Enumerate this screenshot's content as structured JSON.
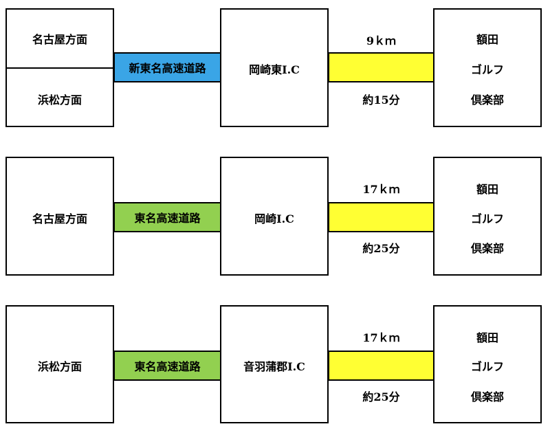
{
  "colors": {
    "shinmei_bar": "#3aa5e6",
    "tomei_bar": "#92d050",
    "distance_bar": "#ffff33"
  },
  "routes": [
    {
      "origin_top": "名古屋方面",
      "origin_bottom": "浜松方面",
      "highway": "新東名高速道路",
      "interchange": "岡崎東I.C",
      "distance": "9ｋｍ",
      "time": "約15分",
      "dest_line1": "額田",
      "dest_line2": "ゴルフ",
      "dest_line3": "倶楽部"
    },
    {
      "origin": "名古屋方面",
      "highway": "東名高速道路",
      "interchange": "岡崎I.C",
      "distance": "17ｋｍ",
      "time": "約25分",
      "dest_line1": "額田",
      "dest_line2": "ゴルフ",
      "dest_line3": "倶楽部"
    },
    {
      "origin": "浜松方面",
      "highway": "東名高速道路",
      "interchange": "音羽蒲郡I.C",
      "distance": "17ｋｍ",
      "time": "約25分",
      "dest_line1": "額田",
      "dest_line2": "ゴルフ",
      "dest_line3": "倶楽部"
    }
  ]
}
